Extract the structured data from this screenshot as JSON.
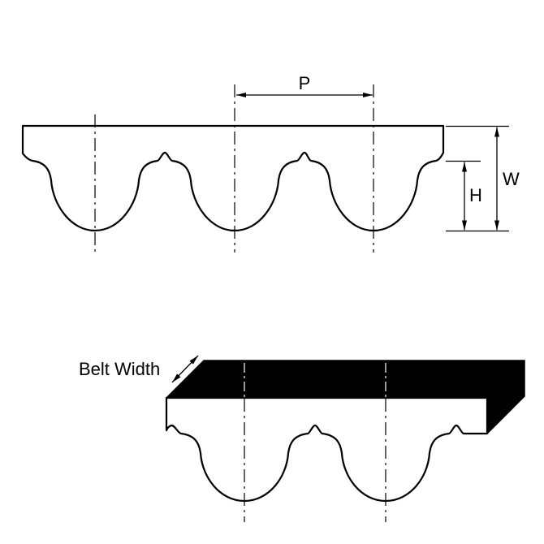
{
  "diagram": {
    "type": "timing-belt-tooth-profile",
    "labels": {
      "pitch": "P",
      "overall_height": "W",
      "tooth_height": "H",
      "belt_width": "Belt Width"
    },
    "colors": {
      "line": "#000000",
      "belt_fill": "#ffffff",
      "solid_face": "#000000",
      "background": "#ffffff"
    }
  }
}
